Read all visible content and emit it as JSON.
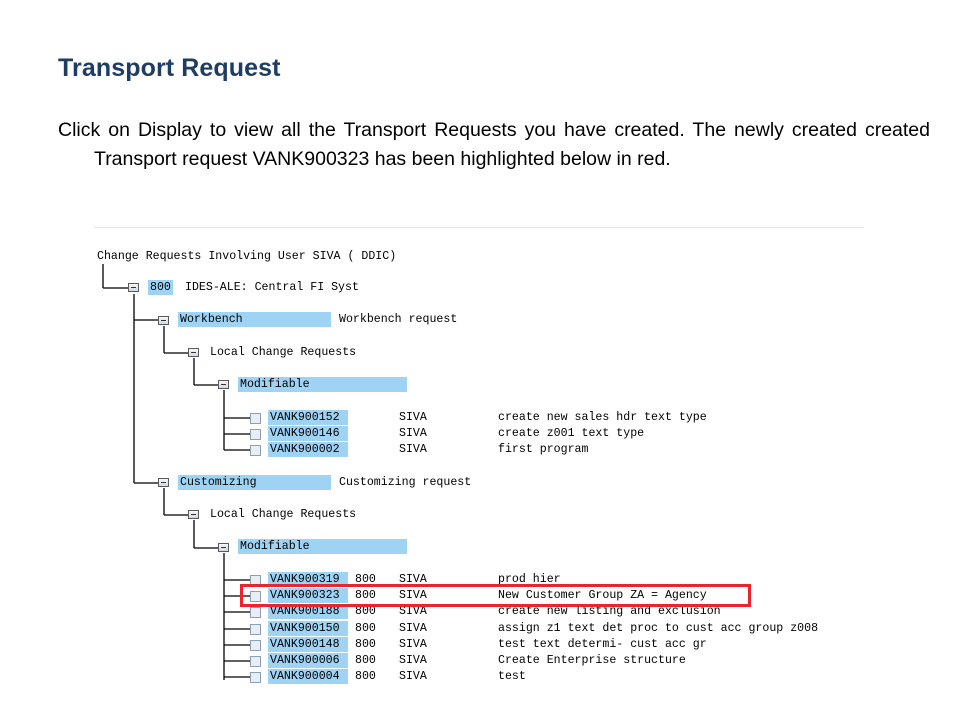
{
  "slide": {
    "title": "Transport Request",
    "body": "Click on Display to view all the Transport Requests you have created. The newly created created Transport request VANK900323 has been highlighted below in red."
  },
  "sap_tree": {
    "header": "Change Requests Involving User SIVA ( DDIC)",
    "system": {
      "client": "800",
      "name": "IDES-ALE: Central FI Syst"
    },
    "workbench": {
      "label": "Workbench",
      "description": "Workbench request",
      "local_label": "Local Change Requests",
      "modifiable_label": "Modifiable",
      "requests": [
        {
          "id": "VANK900152",
          "client": "",
          "user": "SIVA",
          "text": "create new sales hdr text type"
        },
        {
          "id": "VANK900146",
          "client": "",
          "user": "SIVA",
          "text": "create z001 text type"
        },
        {
          "id": "VANK900002",
          "client": "",
          "user": "SIVA",
          "text": "first program"
        }
      ]
    },
    "customizing": {
      "label": "Customizing",
      "description": "Customizing request",
      "local_label": "Local Change Requests",
      "modifiable_label": "Modifiable",
      "requests": [
        {
          "id": "VANK900319",
          "client": "800",
          "user": "SIVA",
          "text": "prod hier"
        },
        {
          "id": "VANK900323",
          "client": "800",
          "user": "SIVA",
          "text": "New Customer Group ZA = Agency",
          "highlighted": true
        },
        {
          "id": "VANK900188",
          "client": "800",
          "user": "SIVA",
          "text": "create new listing and exclusion"
        },
        {
          "id": "VANK900150",
          "client": "800",
          "user": "SIVA",
          "text": "assign z1 text det proc to cust acc group z008"
        },
        {
          "id": "VANK900148",
          "client": "800",
          "user": "SIVA",
          "text": "test text determi- cust acc gr"
        },
        {
          "id": "VANK900006",
          "client": "800",
          "user": "SIVA",
          "text": "Create Enterprise structure"
        },
        {
          "id": "VANK900004",
          "client": "800",
          "user": "SIVA",
          "text": "test"
        }
      ]
    }
  },
  "colors": {
    "title": "#1f3d63",
    "node_highlight": "#9fd3f3",
    "annotation_red": "#e8262b",
    "tree_line": "#000000"
  }
}
